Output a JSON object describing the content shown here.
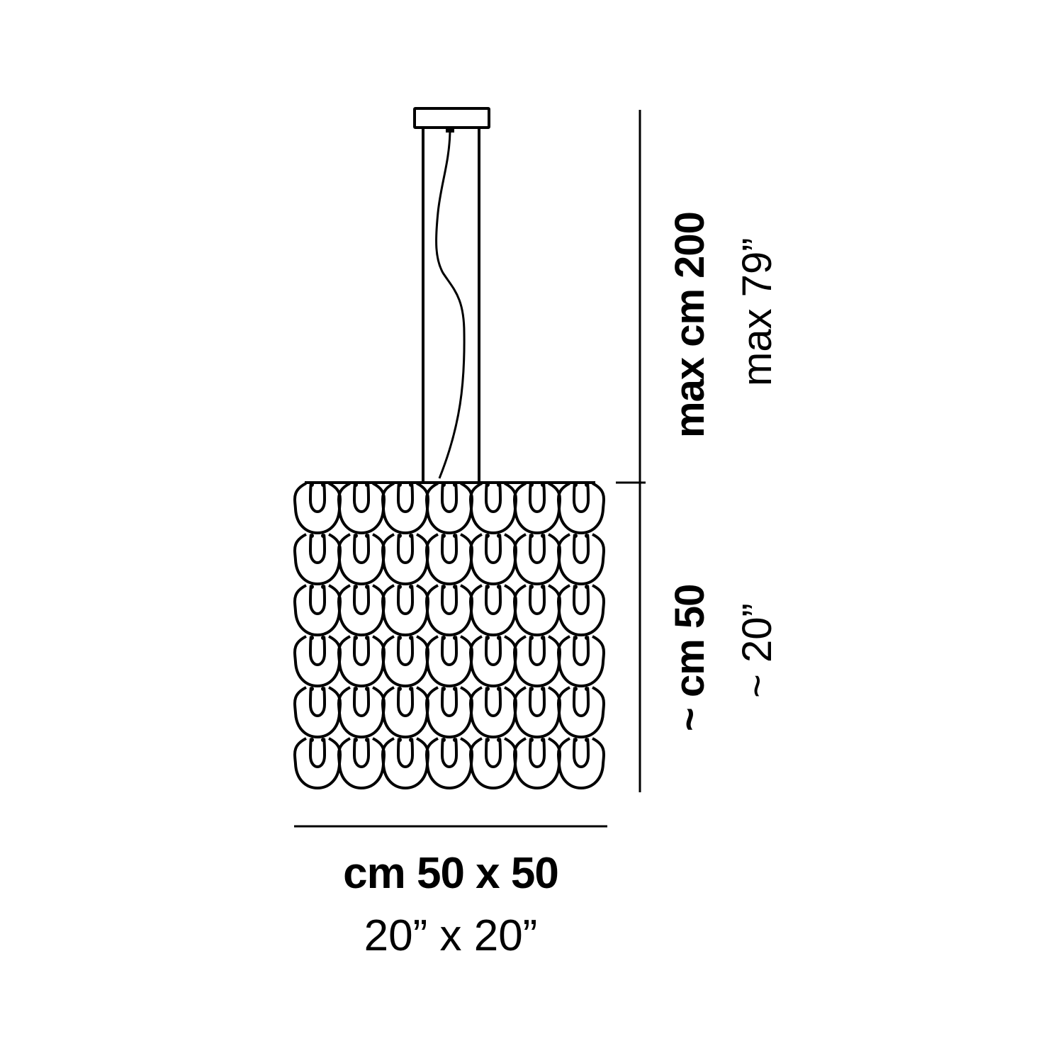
{
  "diagram": {
    "type": "technical dimension drawing",
    "subject": "pendant lamp with glass drop elements",
    "colors": {
      "line": "#000000",
      "background": "#ffffff"
    },
    "grid": {
      "columns": 7,
      "rows": 6
    }
  },
  "dimensions": {
    "overall_height": {
      "metric": "max cm 200",
      "imperial": "max 79”"
    },
    "body_height": {
      "metric": "~ cm 50",
      "imperial": "~ 20”"
    },
    "width_depth": {
      "metric": "cm 50 x 50",
      "imperial": "20” x 20”"
    }
  }
}
